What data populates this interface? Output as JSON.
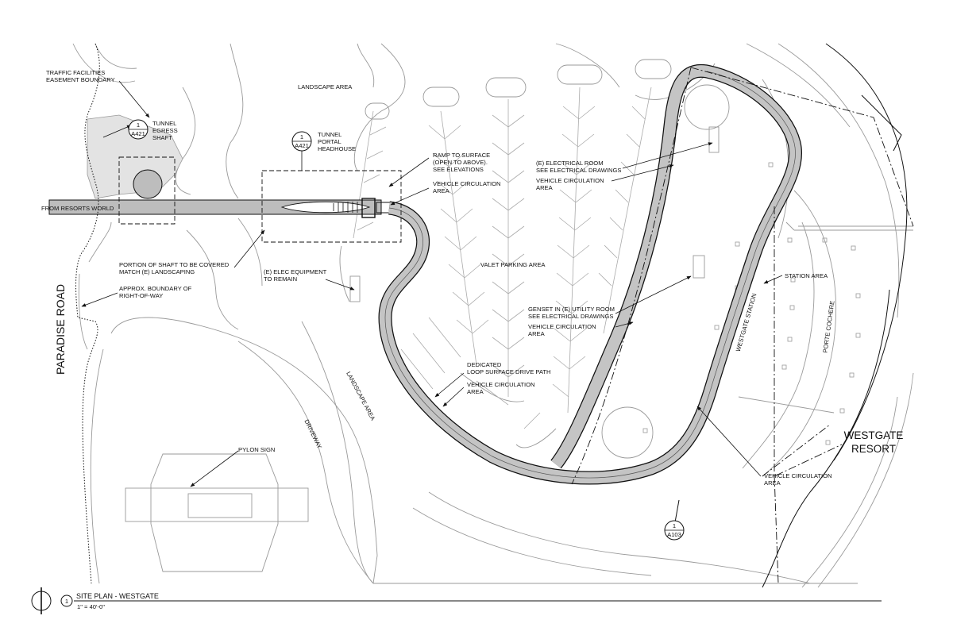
{
  "labels": {
    "traffic_easement": [
      "TRAFFIC FACILITIES",
      "EASEMENT BOUNDARY"
    ],
    "tunnel_egress": [
      "TUNNEL",
      "EGRESS",
      "SHAFT"
    ],
    "landscape_top": "LANDSCAPE AREA",
    "tunnel_portal": [
      "TUNNEL",
      "PORTAL",
      "HEADHOUSE"
    ],
    "ramp": [
      "RAMP TO SURFACE",
      "(OPEN TO ABOVE).",
      "SEE ELEVATIONS"
    ],
    "vca_ramp": [
      "VEHICLE CIRCULATION",
      "AREA"
    ],
    "from_resorts_world": "FROM RESORTS WORLD",
    "portion_shaft": [
      "PORTION OF SHAFT TO BE COVERED",
      "MATCH (E) LANDSCAPING"
    ],
    "elec_equipment": [
      "(E) ELEC EQUIPMENT",
      "TO REMAIN"
    ],
    "row_boundary": [
      "APPROX. BOUNDARY OF",
      "RIGHT-OF-WAY"
    ],
    "paradise_road": "PARADISE ROAD",
    "valet_parking": "VALET PARKING AREA",
    "electrical_room": [
      "(E) ELECTRICAL ROOM",
      "SEE ELECTRICAL DRAWINGS"
    ],
    "vca_electrical": [
      "VEHICLE CIRCULATION",
      "AREA"
    ],
    "station_area": "STATION AREA",
    "genset": [
      "GENSET IN (E) UTILITY ROOM",
      "SEE ELECTRICAL DRAWINGS"
    ],
    "vca_genset": [
      "VEHICLE CIRCULATION",
      "AREA"
    ],
    "westgate_station": "WESTGATE STATION",
    "porte_cochere": "PORTE COCHERE",
    "loop_path": [
      "DEDICATED",
      "LOOP SURFACE DRIVE PATH"
    ],
    "vca_loop": [
      "VEHICLE CIRCULATION",
      "AREA"
    ],
    "landscape_lower": "LANDSCAPE AREA",
    "driveway": "DRIVEWAY",
    "pylon_sign": "PYLON SIGN",
    "westgate_resort": [
      "WESTGATE",
      "RESORT"
    ],
    "vca_lower_right": [
      "VEHICLE CIRCULATION",
      "AREA"
    ]
  },
  "callouts": {
    "egress": {
      "num": "1",
      "sheet": "A421"
    },
    "portal": {
      "num": "1",
      "sheet": "A421"
    },
    "section": {
      "num": "1",
      "sheet": "A103"
    }
  },
  "title_block": {
    "num": "1",
    "title": "SITE PLAN - WESTGATE",
    "scale": "1\" = 40'-0\""
  },
  "colors": {
    "line": "#111111",
    "site": "#9a9a9a",
    "tunnel_fill": "#bdbdbd",
    "easement_fill": "#e3e3e3"
  },
  "icons": [
    "north-arrow-icon"
  ]
}
